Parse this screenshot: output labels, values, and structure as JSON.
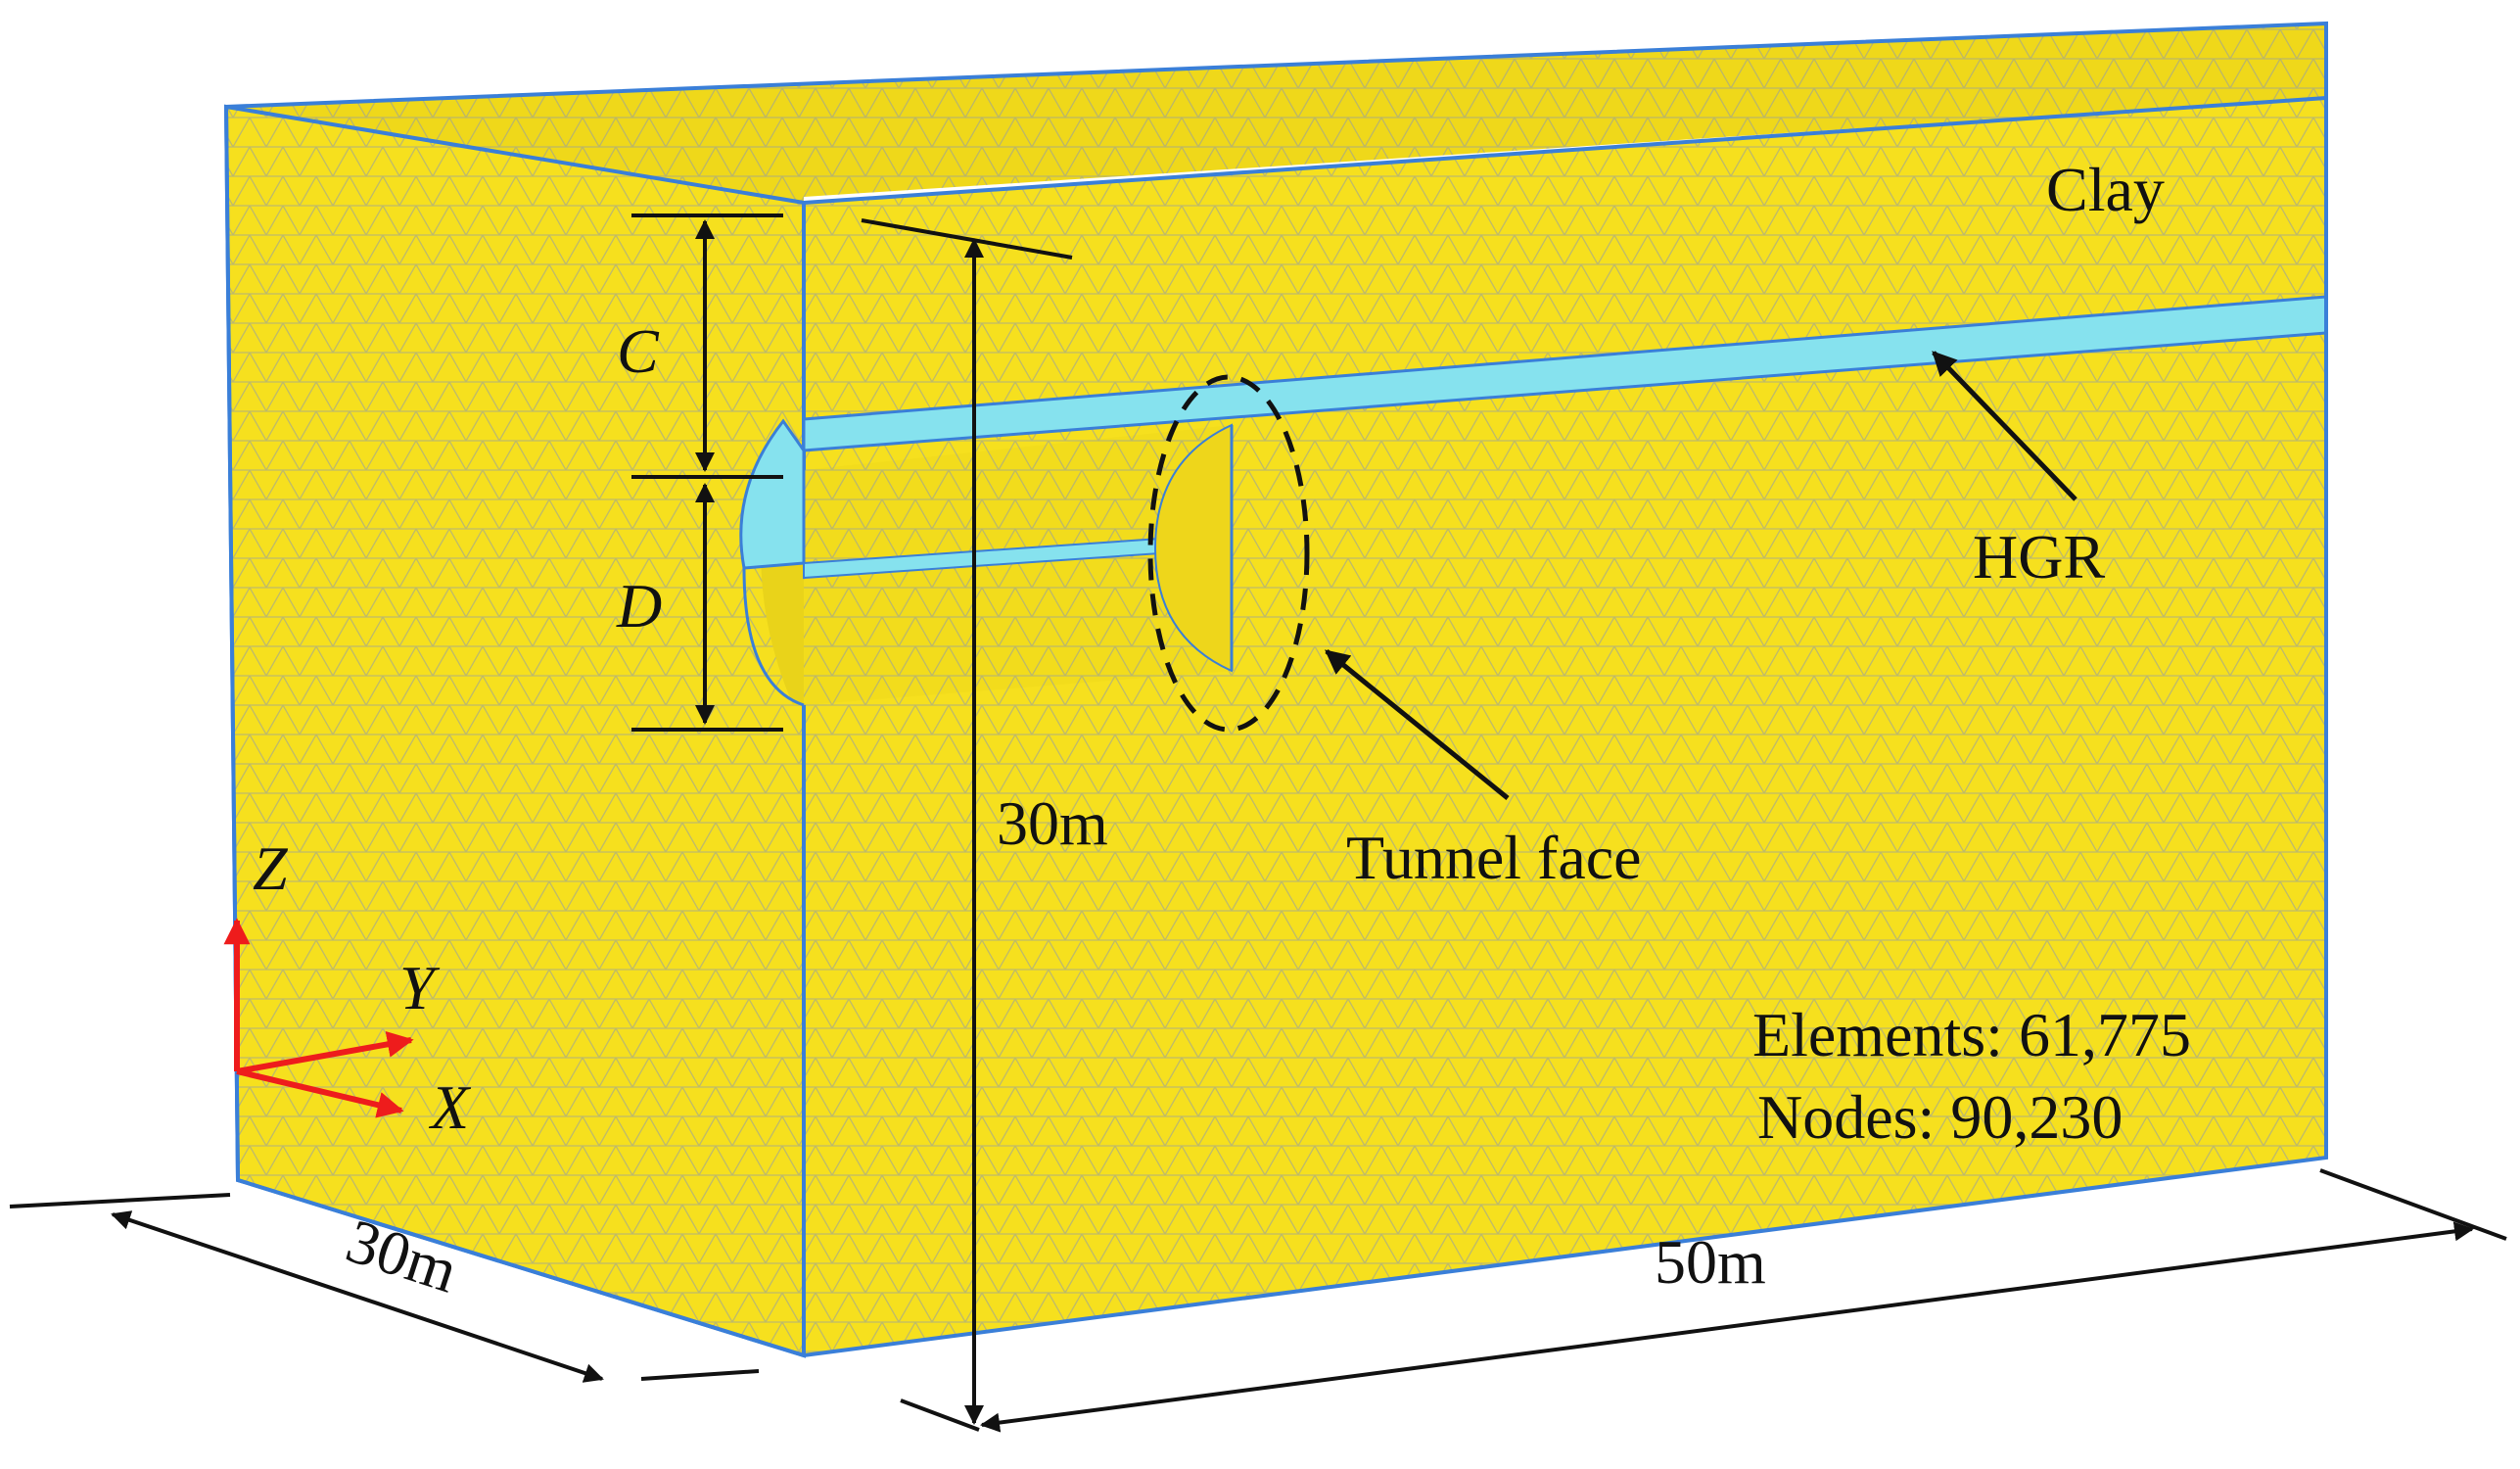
{
  "labels": {
    "material": "Clay",
    "grout_ring": "HGR",
    "tunnel_face": "Tunnel face",
    "cover": "C",
    "diameter": "D",
    "height": "30m",
    "width": "30m",
    "length": "50m",
    "elements": "Elements: 61,775",
    "nodes": "Nodes: 90,230"
  },
  "axes": {
    "z": "Z",
    "y": "Y",
    "x": "X"
  },
  "colors": {
    "soil": "#f6e01e",
    "soil_top": "#efd81a",
    "mesh_line": "#8f9aa8",
    "grout": "#86e2ee",
    "edge": "#3a7fd8",
    "axis": "#ee1c1c",
    "ink": "#111111"
  }
}
